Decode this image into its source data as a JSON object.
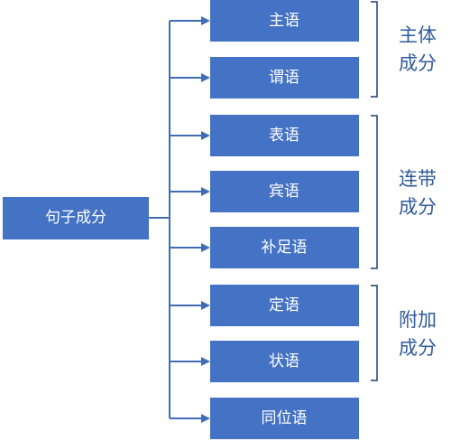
{
  "root": "句子成分",
  "components": [
    "主语",
    "谓语",
    "表语",
    "宾语",
    "补足语",
    "定语",
    "状语",
    "同位语"
  ],
  "groups": [
    {
      "line1": "主体",
      "line2": "成分"
    },
    {
      "line1": "连带",
      "line2": "成分"
    },
    {
      "line1": "附加",
      "line2": "成分"
    }
  ],
  "colors": {
    "box": "#4472C4",
    "connector": "#3F6DB5",
    "bracket": "#1F3F73",
    "group_text": "#2E5A9B"
  }
}
